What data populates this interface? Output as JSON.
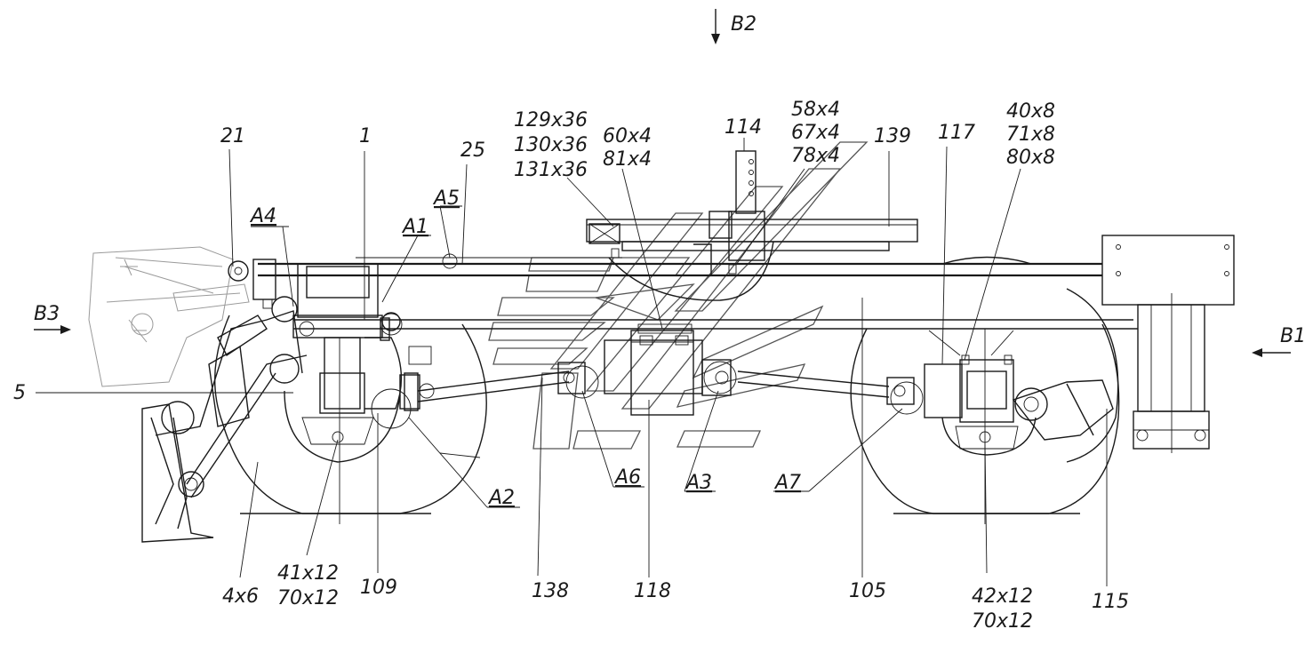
{
  "labels": {
    "b2": "B2",
    "b3": "B3",
    "b1": "B1",
    "n21": "21",
    "n1": "1",
    "n25": "25",
    "a4": "A4",
    "a5": "A5",
    "a1": "A1",
    "n5": "5",
    "c129": "129x36",
    "c130": "130x36",
    "c131": "131x36",
    "c60": "60x4",
    "c81": "81x4",
    "n114": "114",
    "c58": "58x4",
    "c67": "67x4",
    "c78": "78x4",
    "n139": "139",
    "n117": "117",
    "c40": "40x8",
    "c71": "71x8",
    "c80": "80x8",
    "a2": "A2",
    "a6": "A6",
    "a3": "A3",
    "a7": "A7",
    "c4x6": "4x6",
    "c41": "41x12",
    "c70a": "70x12",
    "n109": "109",
    "n138": "138",
    "n118": "118",
    "n105": "105",
    "c42": "42x12",
    "c70b": "70x12",
    "n115": "115"
  }
}
